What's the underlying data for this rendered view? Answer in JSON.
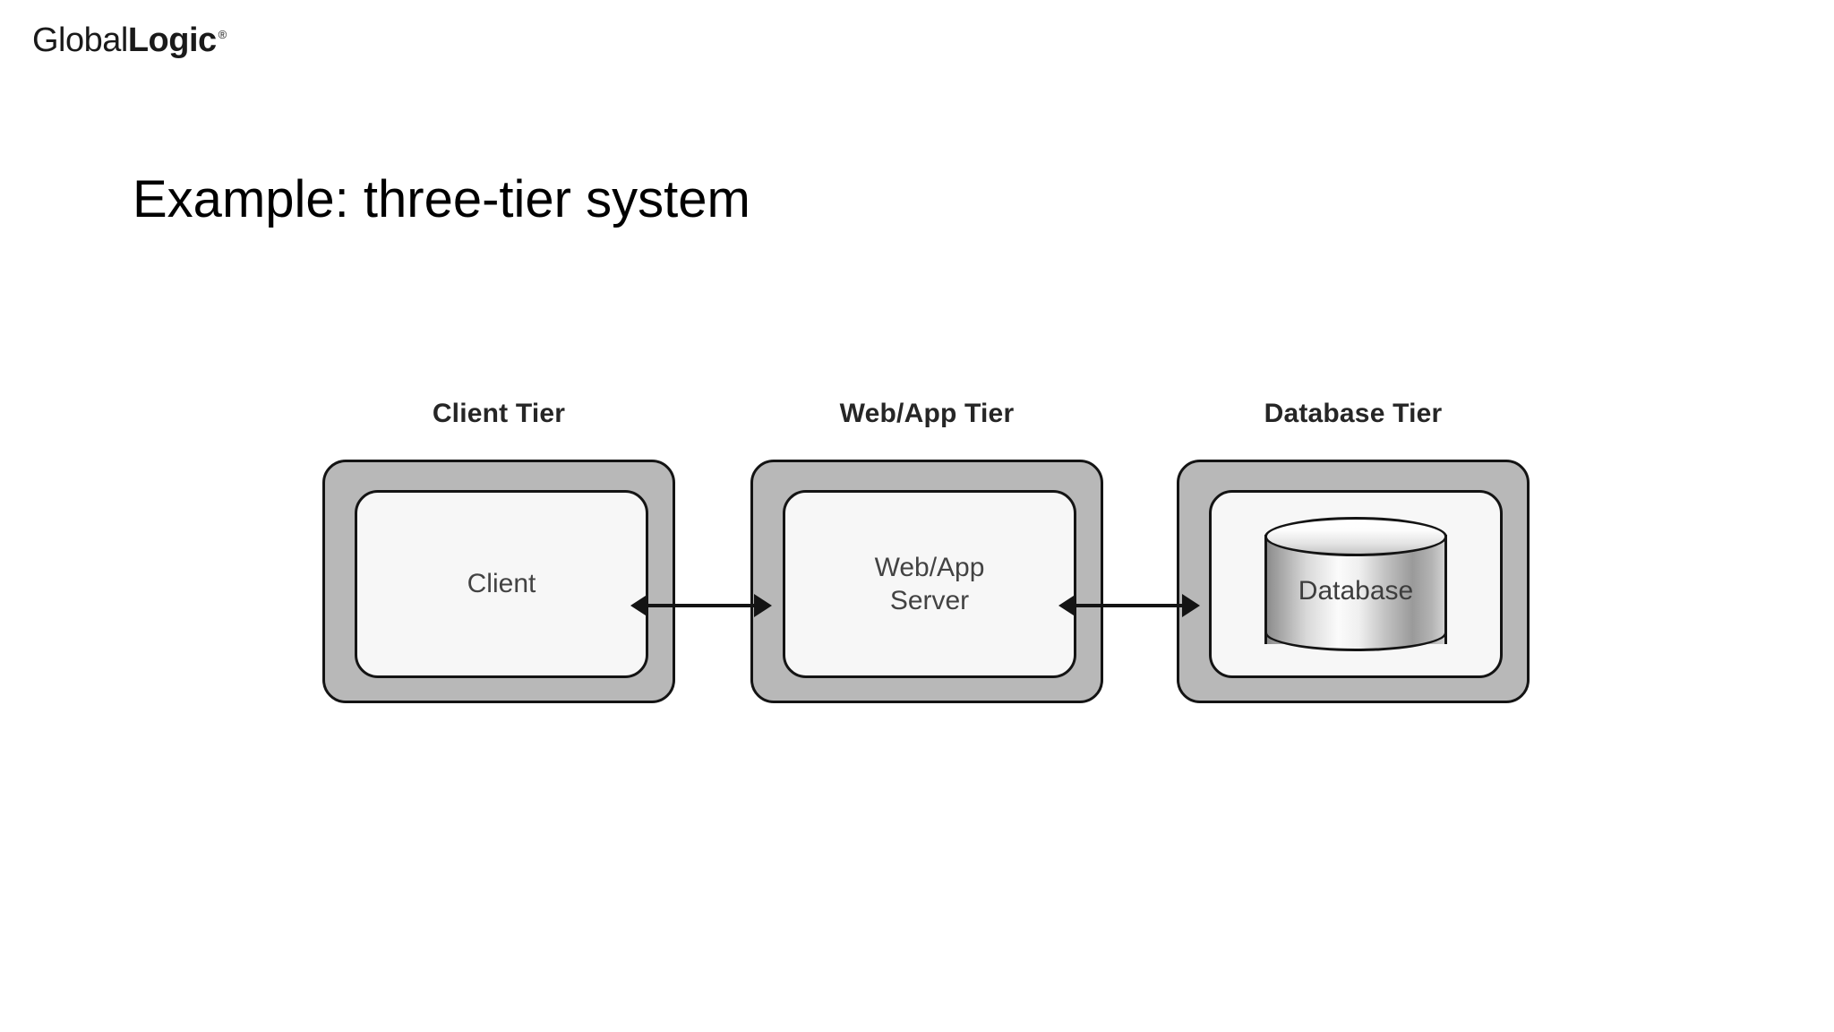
{
  "brand": {
    "name_light": "Global",
    "name_bold": "Logic",
    "trademark": "®"
  },
  "slide": {
    "title": "Example: three-tier system"
  },
  "diagram": {
    "type": "three-tier-architecture",
    "tiers": [
      {
        "id": "client",
        "label": "Client Tier",
        "node_label": "Client",
        "node_shape": "rounded-rect"
      },
      {
        "id": "webapp",
        "label": "Web/App Tier",
        "node_label": "Web/App\nServer",
        "node_shape": "rounded-rect"
      },
      {
        "id": "database",
        "label": "Database Tier",
        "node_label": "Database",
        "node_shape": "cylinder"
      }
    ],
    "connectors": [
      {
        "id": "client-webapp",
        "from": "client",
        "to": "webapp",
        "style": "double-arrow"
      },
      {
        "id": "webapp-database",
        "from": "webapp",
        "to": "database",
        "style": "double-arrow"
      }
    ],
    "colors": {
      "tier_outer_fill": "#b8b8b8",
      "tier_inner_fill": "#f7f7f7",
      "stroke": "#141414",
      "label_text": "#262626",
      "node_text": "#434343",
      "background": "#ffffff"
    }
  }
}
